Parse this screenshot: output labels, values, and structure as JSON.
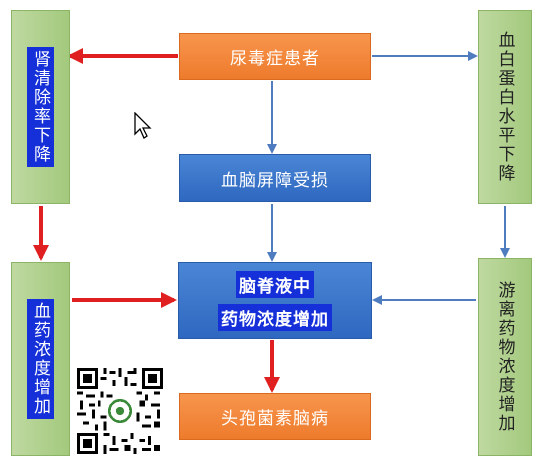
{
  "nodes": {
    "uremia": "尿毒症患者",
    "bbb": "血脑屏障受损",
    "csf_line1": "脑脊液中",
    "csf_line2": "药物浓度增加",
    "encephalopathy": "头孢菌素脑病",
    "renal": "肾清除率下降",
    "blood_conc": "血药浓度增加",
    "albumin": "血白蛋白水平下降",
    "free_drug": "游离药物浓度增加"
  },
  "colors": {
    "red_arrow": "#e02020",
    "blue_arrow": "#4f7cbf",
    "orange": "#ee7b2c",
    "blue_box": "#2f68c0",
    "green_box": "#a3c97d"
  },
  "icons": [
    "mouse-cursor-icon",
    "qr-code-icon"
  ]
}
